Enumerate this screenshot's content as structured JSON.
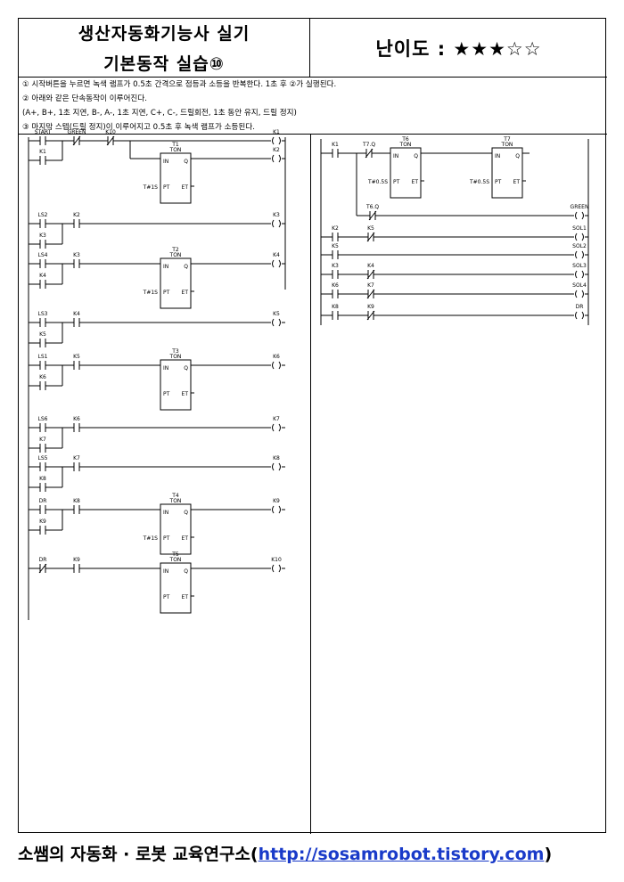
{
  "header": {
    "title_line1": "생산자동화기능사 실기",
    "title_line2": "기본동작 실습⑩",
    "difficulty": "난이도 : ★★★☆☆"
  },
  "notes": [
    "① 시작버튼을 누르면 녹색 램프가 0.5초 간격으로 점등과 소등을 반복한다. 1초 후 ②가 실행된다.",
    "② 아래와 같은 단속동작이 이루어진다.",
    "(A+, B+, 1초 지연, B-, A-, 1초 지연, C+, C-, 드릴회전, 1초 동안 유지, 드릴 정지)",
    "③ 마지막 스텝(드릴 정지)이 이루어지고 0.5초 후 녹색 램프가 소등된다."
  ],
  "footer": {
    "org": "소쌤의 자동화 · 로봇 교육연구소(",
    "url": "http://sosamrobot.tistory.com",
    "close": ")"
  },
  "ladder": {
    "left": [
      {
        "contacts": [
          {
            "label": "START",
            "type": "NO"
          },
          {
            "label": "GREEN",
            "type": "NC"
          },
          {
            "label": "K10",
            "type": "NC"
          }
        ],
        "coil": "K1",
        "seal": "K1",
        "timer": {
          "name": "T1",
          "type": "TON",
          "pt": "T#1S",
          "coil": "K2"
        }
      },
      {
        "contacts": [
          {
            "label": "LS2",
            "type": "NO"
          },
          {
            "label": "K2",
            "type": "NO"
          }
        ],
        "coil": "K3",
        "seal": "K3"
      },
      {
        "contacts": [
          {
            "label": "LS4",
            "type": "NO"
          },
          {
            "label": "K3",
            "type": "NO"
          }
        ],
        "coil": "K4",
        "seal": "K4",
        "timer": {
          "name": "T2",
          "type": "TON",
          "pt": "T#1S"
        }
      },
      {
        "contacts": [
          {
            "label": "LS3",
            "type": "NO"
          },
          {
            "label": "K4",
            "type": "NO"
          }
        ],
        "coil": "K5",
        "seal": "K5"
      },
      {
        "contacts": [
          {
            "label": "LS1",
            "type": "NO"
          },
          {
            "label": "K5",
            "type": "NO"
          }
        ],
        "coil": "K6",
        "seal": "K6",
        "timer": {
          "name": "T3",
          "type": "TON",
          "pt": ""
        }
      },
      {
        "contacts": [
          {
            "label": "LS6",
            "type": "NO"
          },
          {
            "label": "K6",
            "type": "NO"
          }
        ],
        "coil": "K7",
        "seal": "K7"
      },
      {
        "contacts": [
          {
            "label": "LS5",
            "type": "NO"
          },
          {
            "label": "K7",
            "type": "NO"
          }
        ],
        "coil": "K8",
        "seal": "K8"
      },
      {
        "contacts": [
          {
            "label": "DR",
            "type": "NO"
          },
          {
            "label": "K8",
            "type": "NO"
          }
        ],
        "coil": "K9",
        "seal": "K9",
        "timer": {
          "name": "T4",
          "type": "TON",
          "pt": "T#1S"
        }
      },
      {
        "contacts": [
          {
            "label": "DR",
            "type": "NC"
          },
          {
            "label": "K9",
            "type": "NO"
          }
        ],
        "coil": "K10",
        "timer": {
          "name": "T5",
          "type": "TON",
          "pt": ""
        }
      }
    ],
    "right": {
      "k1": "K1",
      "t7q": "T7.Q",
      "t6q": "T6.Q",
      "t6": {
        "name": "T6",
        "type": "TON",
        "pt": "T#0.5S"
      },
      "t7": {
        "name": "T7",
        "type": "TON",
        "pt": "T#0.5S"
      },
      "green": "GREEN",
      "outputs": [
        {
          "c1": "K2",
          "c2": "K5",
          "c2type": "NC",
          "coil": "SOL1"
        },
        {
          "c1": "K5",
          "c2": "",
          "c2type": "",
          "coil": "SOL2"
        },
        {
          "c1": "K3",
          "c2": "K4",
          "c2type": "NC",
          "coil": "SOL3"
        },
        {
          "c1": "K6",
          "c2": "K7",
          "c2type": "NC",
          "coil": "SOL4"
        },
        {
          "c1": "K8",
          "c2": "K9",
          "c2type": "NC",
          "coil": "DR"
        }
      ]
    },
    "pins": {
      "in": "IN",
      "q": "Q",
      "pt": "PT",
      "et": "ET"
    }
  }
}
